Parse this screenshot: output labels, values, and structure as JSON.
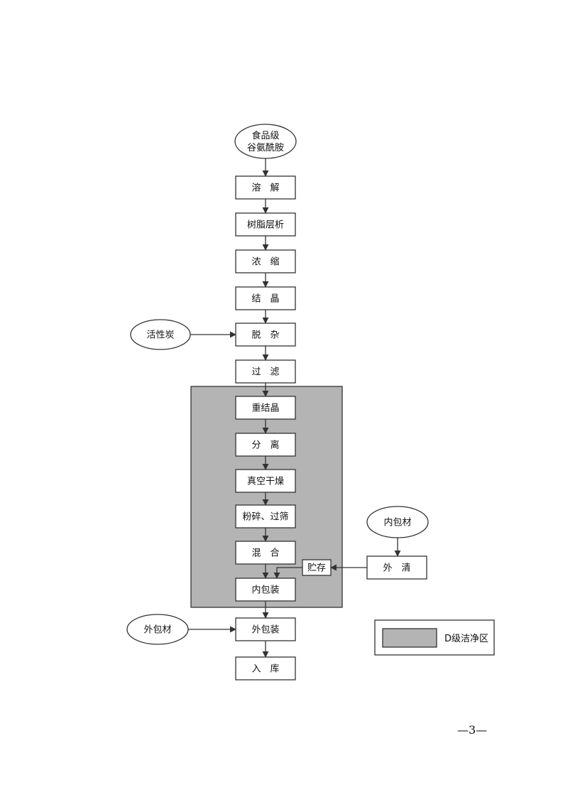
{
  "diagram": {
    "nodes": [
      {
        "id": "raw",
        "shape": "ellipse",
        "lines": [
          "食品级",
          "谷氨酰胺"
        ]
      },
      {
        "id": "dissolve",
        "shape": "box",
        "lines": [
          "溶　解"
        ]
      },
      {
        "id": "resin",
        "shape": "box",
        "lines": [
          "树脂层析"
        ]
      },
      {
        "id": "concentrate",
        "shape": "box",
        "lines": [
          "浓　缩"
        ]
      },
      {
        "id": "crystallize",
        "shape": "box",
        "lines": [
          "结　晶"
        ]
      },
      {
        "id": "decolor",
        "shape": "box",
        "lines": [
          "脱　杂"
        ]
      },
      {
        "id": "filter",
        "shape": "box",
        "lines": [
          "过　滤"
        ]
      },
      {
        "id": "recrystallize",
        "shape": "box",
        "lines": [
          "重结晶"
        ]
      },
      {
        "id": "separate",
        "shape": "box",
        "lines": [
          "分　离"
        ]
      },
      {
        "id": "vacuum_dry",
        "shape": "box",
        "lines": [
          "真空干燥"
        ]
      },
      {
        "id": "crush_sieve",
        "shape": "box",
        "lines": [
          "粉碎、过筛"
        ]
      },
      {
        "id": "mix",
        "shape": "box",
        "lines": [
          "混　合"
        ]
      },
      {
        "id": "inner_pack",
        "shape": "box",
        "lines": [
          "内包装"
        ]
      },
      {
        "id": "outer_pack",
        "shape": "box",
        "lines": [
          "外包装"
        ]
      },
      {
        "id": "warehouse",
        "shape": "box",
        "lines": [
          "入　库"
        ]
      },
      {
        "id": "carbon",
        "shape": "ellipse",
        "lines": [
          "活性炭"
        ]
      },
      {
        "id": "outer_material",
        "shape": "ellipse",
        "lines": [
          "外包材"
        ]
      },
      {
        "id": "inner_material",
        "shape": "ellipse",
        "lines": [
          "内包材"
        ]
      },
      {
        "id": "outer_clean",
        "shape": "box",
        "lines": [
          "外　清"
        ]
      },
      {
        "id": "storage",
        "shape": "box",
        "lines": [
          "贮存"
        ]
      }
    ],
    "edges": [
      {
        "from": "raw",
        "to": "dissolve"
      },
      {
        "from": "dissolve",
        "to": "resin"
      },
      {
        "from": "resin",
        "to": "concentrate"
      },
      {
        "from": "concentrate",
        "to": "crystallize"
      },
      {
        "from": "crystallize",
        "to": "decolor"
      },
      {
        "from": "carbon",
        "to": "decolor"
      },
      {
        "from": "decolor",
        "to": "filter"
      },
      {
        "from": "filter",
        "to": "recrystallize"
      },
      {
        "from": "recrystallize",
        "to": "separate"
      },
      {
        "from": "separate",
        "to": "vacuum_dry"
      },
      {
        "from": "vacuum_dry",
        "to": "crush_sieve"
      },
      {
        "from": "crush_sieve",
        "to": "mix"
      },
      {
        "from": "mix",
        "to": "inner_pack"
      },
      {
        "from": "inner_material",
        "to": "outer_clean"
      },
      {
        "from": "outer_clean",
        "to": "storage"
      },
      {
        "from": "storage",
        "to": "inner_pack"
      },
      {
        "from": "inner_pack",
        "to": "outer_pack"
      },
      {
        "from": "outer_material",
        "to": "outer_pack"
      },
      {
        "from": "outer_pack",
        "to": "warehouse"
      }
    ],
    "zone": {
      "fill_color": "#b4b4b4"
    },
    "legend": {
      "label": "D级洁净区",
      "swatch_color": "#b4b4b4"
    }
  },
  "page_number": "—3—"
}
